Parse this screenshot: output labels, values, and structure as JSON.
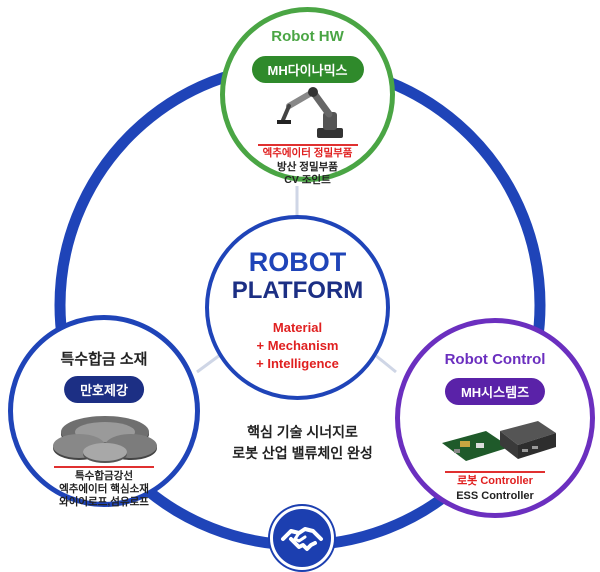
{
  "center": {
    "title_line1": "ROBOT",
    "title_line2": "PLATFORM",
    "items": [
      "Material",
      "+ Mechanism",
      "+ Intelligence"
    ]
  },
  "hardware": {
    "caption": "Robot HW",
    "company": "MH다이나믹스",
    "lines": [
      "엑추에이터 정밀부품",
      "방산 정밀부품",
      "CV 조인트"
    ]
  },
  "material": {
    "caption": "특수합금 소재",
    "company": "만호제강",
    "lines": [
      "특수합금강선",
      "엑추에이터 핵심소재",
      "와이어로프,섬유로프"
    ]
  },
  "control": {
    "caption": "Robot Control",
    "company": "MH시스템즈",
    "lines": [
      "로봇 Controller",
      "ESS Controller"
    ]
  },
  "synergy": {
    "line1": "핵심 기술 시너지로",
    "line2": "로봇 산업 밸류체인 완성"
  },
  "colors": {
    "ring": "#1f44b8",
    "hardware": "#4aa544",
    "control": "#6b2fbf",
    "accent": "#e02020"
  },
  "icons": {
    "hardware": "robot-arm-icon",
    "material": "wire-coil-icon",
    "control": "circuit-board-icon",
    "bottom": "handshake-icon"
  }
}
